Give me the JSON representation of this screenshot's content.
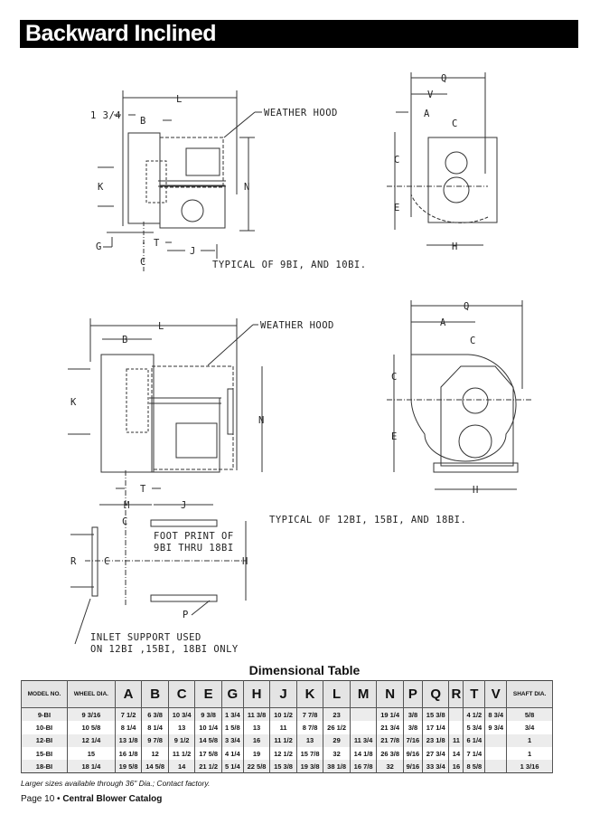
{
  "header": {
    "title": "Backward Inclined"
  },
  "drawings": {
    "top_side": {
      "labels": {
        "L": "L",
        "one_three_quarter": "1 3/4",
        "B": "B",
        "weather_hood": "WEATHER HOOD",
        "K": "K",
        "N": "N",
        "G": "G",
        "T": "T",
        "J": "J",
        "CL": "C",
        "caption": "TYPICAL OF 9BI, AND 10BI."
      }
    },
    "top_front": {
      "labels": {
        "Q": "Q",
        "V": "V",
        "A": "A",
        "CL": "C",
        "C": "C",
        "E": "E",
        "H": "H"
      }
    },
    "bottom_side": {
      "labels": {
        "L": "L",
        "B": "B",
        "weather_hood": "WEATHER HOOD",
        "K": "K",
        "N": "N",
        "T": "T",
        "M": "M",
        "J": "J",
        "CL": "C",
        "caption": "TYPICAL OF 12BI, 15BI, AND 18BI."
      }
    },
    "bottom_front": {
      "labels": {
        "Q": "Q",
        "A": "A",
        "CL": "C",
        "C": "C",
        "E": "E",
        "H": "H"
      }
    },
    "footprint": {
      "labels": {
        "R": "R",
        "CL": "C",
        "CL2": "C",
        "H": "H",
        "P": "P",
        "footprint_line1": "FOOT PRINT OF",
        "footprint_line2": "9BI THRU 18BI",
        "inlet_line1": "INLET SUPPORT USED",
        "inlet_line2": "ON 12BI ,15BI, 18BI ONLY"
      }
    }
  },
  "table": {
    "title": "Dimensional Table",
    "headers": [
      "MODEL NO.",
      "WHEEL DIA.",
      "A",
      "B",
      "C",
      "E",
      "G",
      "H",
      "J",
      "K",
      "L",
      "M",
      "N",
      "P",
      "Q",
      "R",
      "T",
      "V",
      "SHAFT DIA."
    ],
    "rows": [
      [
        "9-BI",
        "9 3/16",
        "7 1/2",
        "6 3/8",
        "10 3/4",
        "9 3/8",
        "1 3/4",
        "11 3/8",
        "10 1/2",
        "7 7/8",
        "23",
        "",
        "19 1/4",
        "3/8",
        "15 3/8",
        "",
        "4 1/2",
        "8 3/4",
        "5/8"
      ],
      [
        "10-BI",
        "10 5/8",
        "8 1/4",
        "8 1/4",
        "13",
        "10 1/4",
        "1 5/8",
        "13",
        "11",
        "8 7/8",
        "26 1/2",
        "",
        "21 3/4",
        "3/8",
        "17 1/4",
        "",
        "5 3/4",
        "9 3/4",
        "3/4"
      ],
      [
        "12-BI",
        "12 1/4",
        "13 1/8",
        "9 7/8",
        "9 1/2",
        "14 5/8",
        "3 3/4",
        "16",
        "11 1/2",
        "13",
        "29",
        "11 3/4",
        "21 7/8",
        "7/16",
        "23 1/8",
        "11",
        "6 1/4",
        "",
        "1"
      ],
      [
        "15-BI",
        "15",
        "16 1/8",
        "12",
        "11 1/2",
        "17 5/8",
        "4 1/4",
        "19",
        "12 1/2",
        "15 7/8",
        "32",
        "14 1/8",
        "26 3/8",
        "9/16",
        "27 3/4",
        "14",
        "7 1/4",
        "",
        "1"
      ],
      [
        "18-BI",
        "18 1/4",
        "19 5/8",
        "14 5/8",
        "14",
        "21 1/2",
        "5 1/4",
        "22 5/8",
        "15 3/8",
        "19 3/8",
        "38 1/8",
        "16 7/8",
        "32",
        "9/16",
        "33 3/4",
        "16",
        "8 5/8",
        "",
        "1 3/16"
      ]
    ],
    "note": "Larger sizes available through 36\" Dia.; Contact factory."
  },
  "footer": {
    "page": "Page 10 • ",
    "catalog": "Central Blower Catalog"
  }
}
